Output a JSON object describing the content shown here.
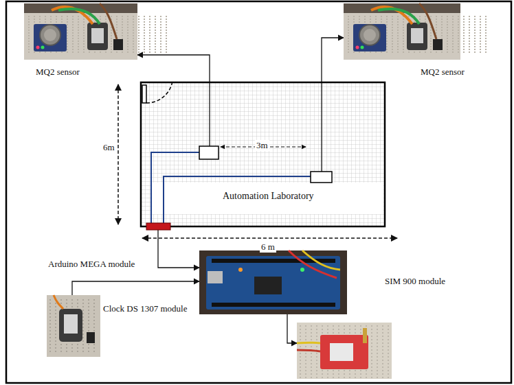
{
  "diagram": {
    "nodes": [
      {
        "text": [
          "MQ2 sensor"
        ]
      },
      {
        "text": [
          "MQ2 sensor"
        ]
      },
      {
        "text": [
          "Automation Laboratory"
        ]
      },
      {
        "text": [
          "Arduino MEGA module"
        ]
      },
      {
        "text": [
          "Clock DS 1307 module"
        ]
      },
      {
        "text": [
          "SIM 900 module"
        ]
      }
    ],
    "edges": [
      {
        "from": 2,
        "to": 0,
        "arrow": "to"
      },
      {
        "from": 2,
        "to": 1,
        "arrow": "to"
      },
      {
        "from": 2,
        "to": 3,
        "arrow": "to"
      },
      {
        "from": 4,
        "to": 3,
        "arrow": "to"
      },
      {
        "from": 3,
        "to": 5,
        "arrow": "to"
      }
    ],
    "labels": [
      "6m",
      "3m",
      "6 m"
    ]
  }
}
